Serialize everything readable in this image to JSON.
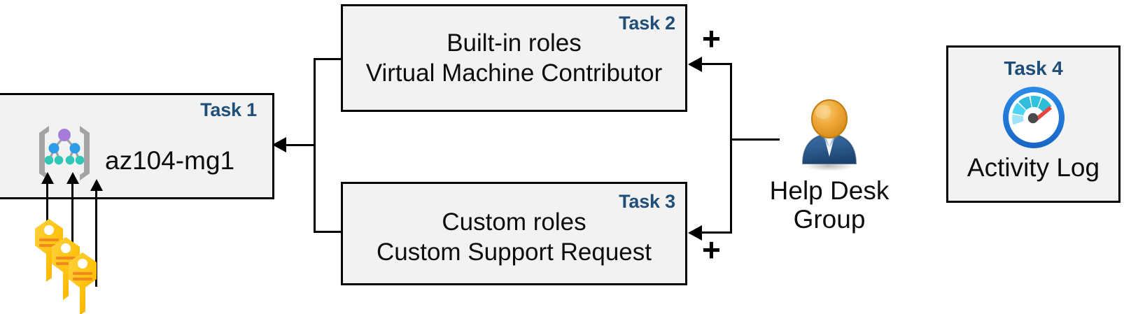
{
  "diagram": {
    "title": "Azure RBAC task diagram",
    "accent_color": "#1F4E79",
    "box_fill": "#F2F2F2",
    "box_border": "#000000"
  },
  "task1": {
    "tag": "Task 1",
    "label": "az104-mg1",
    "icon": "management-group-icon"
  },
  "task2": {
    "tag": "Task 2",
    "line1": "Built-in roles",
    "line2": "Virtual Machine Contributor"
  },
  "task3": {
    "tag": "Task 3",
    "line1": "Custom roles",
    "line2": "Custom Support Request"
  },
  "task4": {
    "tag": "Task 4",
    "label": "Activity Log",
    "icon": "gauge-icon"
  },
  "actor": {
    "line1": "Help Desk",
    "line2": "Group",
    "icon": "user-person-icon"
  },
  "operators": {
    "plus_top": "+",
    "plus_bottom": "+"
  },
  "keys": {
    "icon": "keys-icon",
    "count": 3
  }
}
